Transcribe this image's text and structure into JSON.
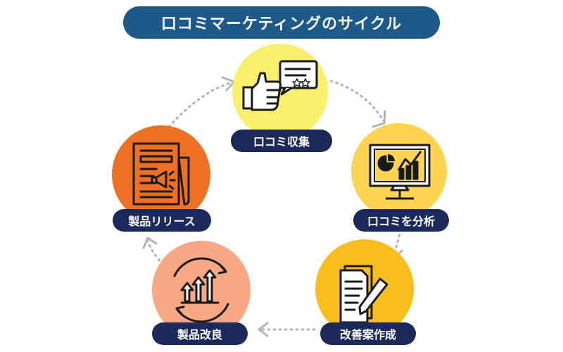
{
  "title": "口コミマーケティングのサイクル",
  "steps": [
    {
      "key": "collect",
      "label": "口コミ収集",
      "icon": "review-thumbs-up-icon",
      "circle_color": "#f9ef6a"
    },
    {
      "key": "analyze",
      "label": "口コミを分析",
      "icon": "analytics-monitor-icon",
      "circle_color": "#fcd452"
    },
    {
      "key": "plan",
      "label": "改善案作成",
      "icon": "document-pen-icon",
      "circle_color": "#f9be1c"
    },
    {
      "key": "improve",
      "label": "製品改良",
      "icon": "growth-cycle-icon",
      "circle_color": "#f8a882"
    },
    {
      "key": "release",
      "label": "製品リリース",
      "icon": "newspaper-megaphone-icon",
      "circle_color": "#ee7023"
    }
  ],
  "colors": {
    "title_bg": "#1d5a8a",
    "label_bg": "#1c2a5b",
    "connector": "#b3b3b3"
  }
}
